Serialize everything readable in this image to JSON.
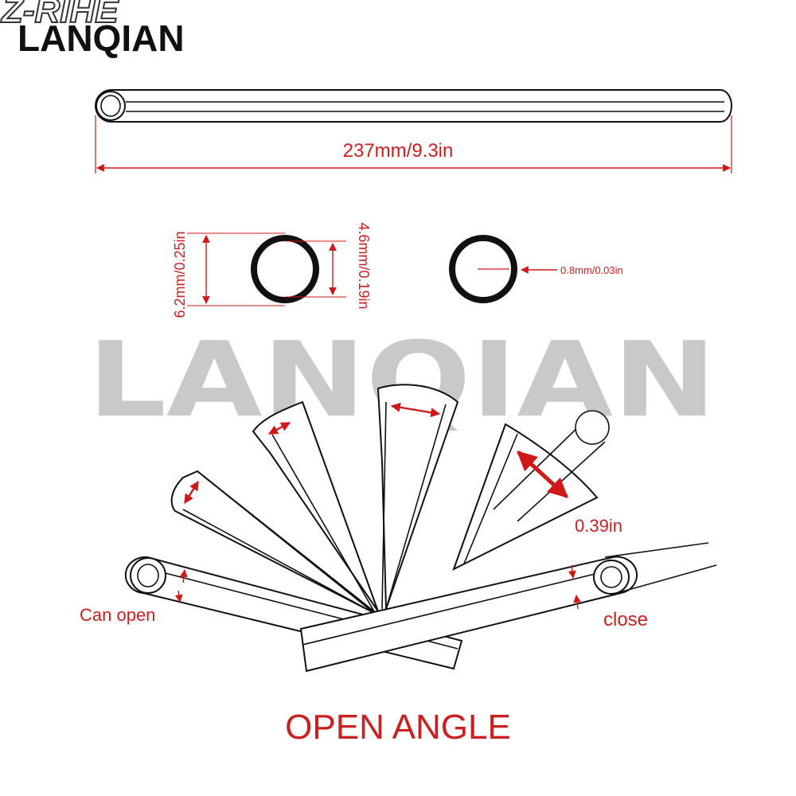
{
  "brand": {
    "ghost_text": "Z-RIHE",
    "logo_text": "LANQIAN",
    "watermark_text": "LANQIAN",
    "accent_color": "#d01818"
  },
  "dimensions": {
    "length": "237mm/9.3in",
    "outer_diameter": "6.2mm/0.25in",
    "inner_diameter": "4.6mm/0.19in",
    "wall_thickness": "0.8mm/0.03in",
    "open_width": "0.39in"
  },
  "labels": {
    "can_open": "Can open",
    "close": "close",
    "title": "OPEN ANGLE"
  }
}
